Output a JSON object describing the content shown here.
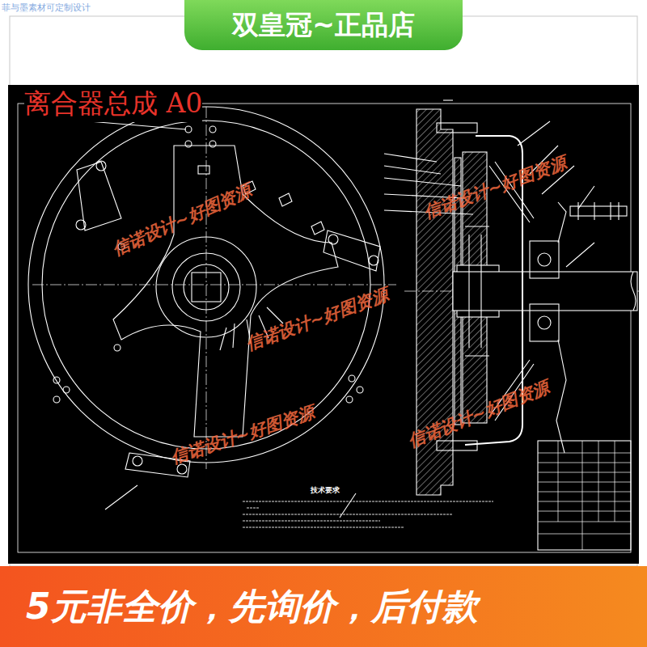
{
  "diagram": {
    "title": "离合器总成 A0",
    "nodes": [
      {
        "text": [
          "双皇冠~正品店"
        ]
      },
      {
        "text": [
          "5元非全价，先询价，后付款"
        ]
      }
    ],
    "labels": [
      "菲与墨素材可定制设计",
      "信诺设计~好图资源",
      "信诺设计~好图资源",
      "信诺设计~好图资源",
      "信诺设计~好图资源",
      "信诺设计~好图资源",
      "技术要求"
    ]
  }
}
